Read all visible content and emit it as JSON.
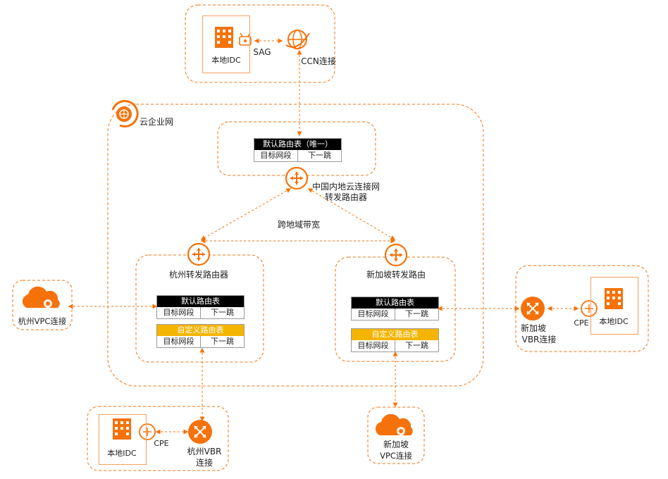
{
  "colors": {
    "accent": "#f5720b",
    "dash": "#f5720b",
    "table_header": "#000000",
    "custom_header": "#f5b400"
  },
  "top_group": {
    "idc_label": "本地IDC",
    "sag_label": "SAG",
    "ccn_label": "CCN连接"
  },
  "cen": {
    "label": "云企业网"
  },
  "china_router": {
    "table_title": "默认路由表（唯一）",
    "col_dest": "目标网段",
    "col_next": "下一跳",
    "label_line1": "中国内地云连接网",
    "label_line2": "转发路由器"
  },
  "cross_region": {
    "label": "跨地域带宽"
  },
  "hz_router": {
    "label": "杭州转发路由器",
    "default_table": "默认路由表",
    "custom_table": "自定义路由表",
    "col_dest": "目标网段",
    "col_next": "下一跳"
  },
  "sg_router": {
    "label": "新加坡转发路由",
    "default_table": "默认路由表",
    "custom_table": "自定义路由表",
    "col_dest": "目标网段",
    "col_next": "下一跳"
  },
  "hz_vpc": {
    "label": "杭州VPC连接"
  },
  "sg_vbr": {
    "line1": "新加坡",
    "line2": "VBR连接",
    "cpe": "CPE",
    "idc": "本地IDC"
  },
  "hz_vbr": {
    "idc": "本地IDC",
    "cpe": "CPE",
    "line1": "杭州VBR",
    "line2": "连接"
  },
  "sg_vpc": {
    "line1": "新加坡",
    "line2": "VPC连接"
  }
}
